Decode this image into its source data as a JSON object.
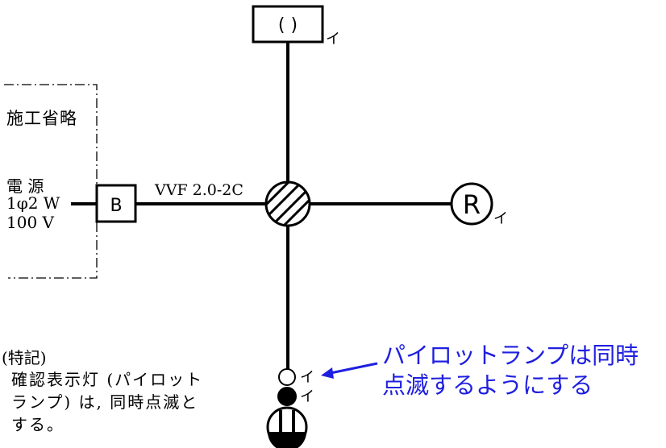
{
  "omitted_area_label": "施工省略",
  "power_source": {
    "line1": "電 源",
    "line2": "1φ2 W",
    "line3": "100 V"
  },
  "box_b_label": "B",
  "cable_label": "VVF 2.0-2C",
  "fixture_top_label": "( )",
  "fixture_top_mark": "イ",
  "receptacle_label": "R",
  "receptacle_mark": "イ",
  "pilot_lamp_mark": "イ",
  "switch_mark": "イ",
  "note": {
    "title": "(特記)",
    "line1": "確認表示灯 (パイロット",
    "line2": "ランプ) は, 同時点滅と",
    "line3": "する。"
  },
  "annotation": {
    "line1": "パイロットランプは同時",
    "line2": "点滅するようにする",
    "color": "#1f1fe0"
  }
}
